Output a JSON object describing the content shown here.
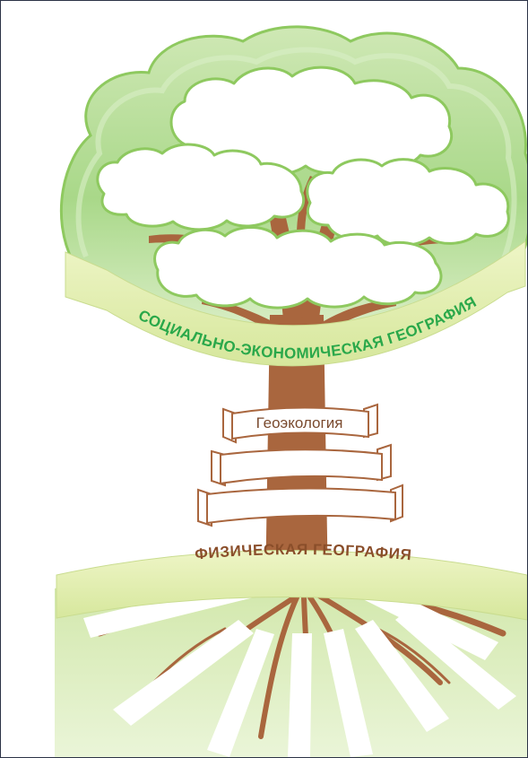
{
  "diagram": {
    "top_banner_label": "СОЦИАЛЬНО-ЭКОНОМИЧЕСКАЯ ГЕОГРАФИЯ",
    "trunk_ribbons": [
      "Геоэкология",
      "",
      ""
    ],
    "bottom_banner_label": "ФИЗИЧЕСКАЯ ГЕОГРАФИЯ",
    "crown_clouds": [
      "",
      "",
      "",
      ""
    ],
    "root_bands": [
      "",
      "",
      "",
      "",
      "",
      "",
      "",
      ""
    ]
  },
  "colors": {
    "crown_green": "#bfe1a2",
    "crown_outline": "#8ec95f",
    "banner_green": "#e3eeb3",
    "label_green": "#2aa84a",
    "trunk_brown": "#a9663e",
    "label_brown": "#8a4e2a",
    "ground_green": "#d7ebb3"
  }
}
